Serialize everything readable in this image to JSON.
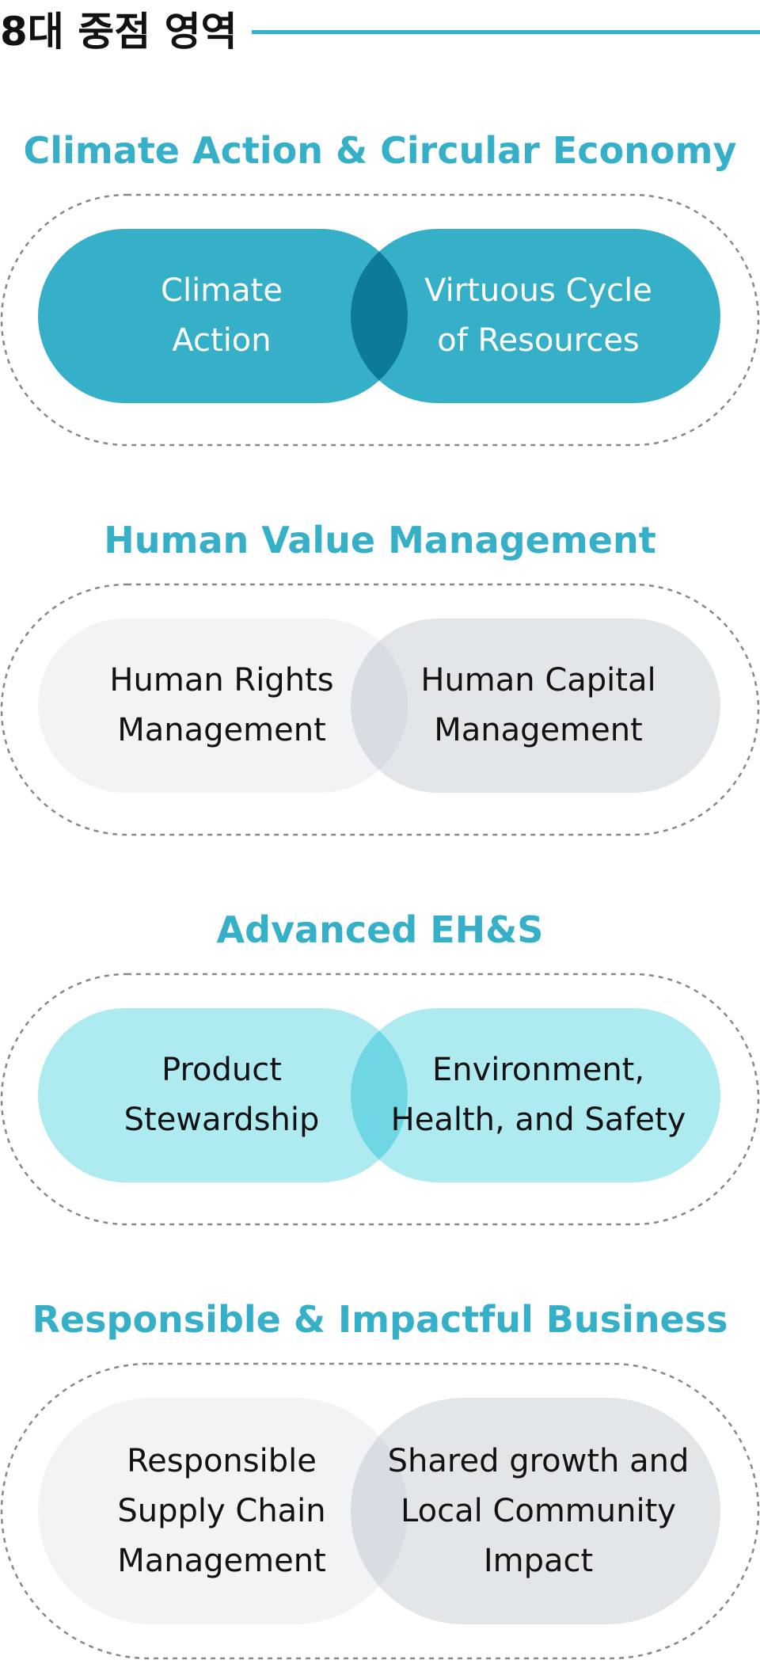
{
  "header": {
    "title": "8대 중점 영역"
  },
  "colors": {
    "accent": "#35b0c8",
    "heading_text": "#111111",
    "climate_fill": "#35b0c8",
    "climate_overlap": "#0c7a98",
    "human_left_fill": "#f1f3f5",
    "human_right_fill": "#e2e6e9",
    "human_overlap": "#d7dde2",
    "ehs_fill": "#aeebf1",
    "ehs_overlap": "#6fd7e3",
    "dashed_border": "#888888"
  },
  "sections": [
    {
      "title": "Climate Action & Circular Economy",
      "left": "Climate\nAction",
      "right": "Virtuous Cycle\nof Resources"
    },
    {
      "title": "Human Value Management",
      "left": "Human Rights\nManagement",
      "right": "Human Capital\nManagement"
    },
    {
      "title": "Advanced EH&S",
      "left": "Product\nStewardship",
      "right": "Environment,\nHealth, and Safety"
    },
    {
      "title": "Responsible & Impactful Business",
      "left": "Responsible\nSupply Chain\nManagement",
      "right": "Shared growth and\nLocal Community\nImpact"
    }
  ]
}
